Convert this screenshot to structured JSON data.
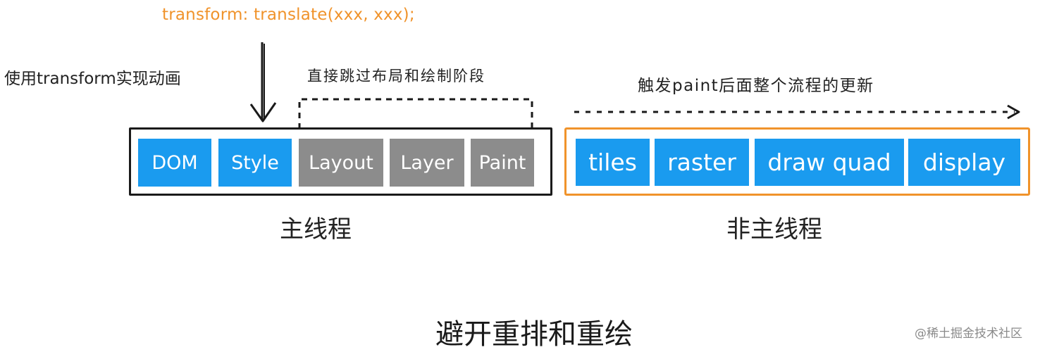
{
  "code": "transform: translate(xxx, xxx);",
  "notes": {
    "transform_animation": "使用transform实现动画",
    "skip_layout_paint": "直接跳过布局和绘制阶段",
    "trigger_after_paint": "触发paint后面整个流程的更新"
  },
  "main_thread": {
    "label": "主线程",
    "stages": [
      {
        "label": "DOM",
        "state": "active"
      },
      {
        "label": "Style",
        "state": "active"
      },
      {
        "label": "Layout",
        "state": "skipped"
      },
      {
        "label": "Layer",
        "state": "skipped"
      },
      {
        "label": "Paint",
        "state": "skipped"
      }
    ]
  },
  "other_thread": {
    "label": "非主线程",
    "stages": [
      {
        "label": "tiles"
      },
      {
        "label": "raster"
      },
      {
        "label": "draw quad"
      },
      {
        "label": "display"
      }
    ]
  },
  "caption": "避开重排和重绘",
  "watermark": "@稀土掘金技术社区",
  "colors": {
    "active_stage": "#1a9bef",
    "skipped_stage": "#8c8c8c",
    "code_text": "#f0932b",
    "other_thread_frame": "#f0932b",
    "main_thread_frame": "#1a1a1a"
  }
}
